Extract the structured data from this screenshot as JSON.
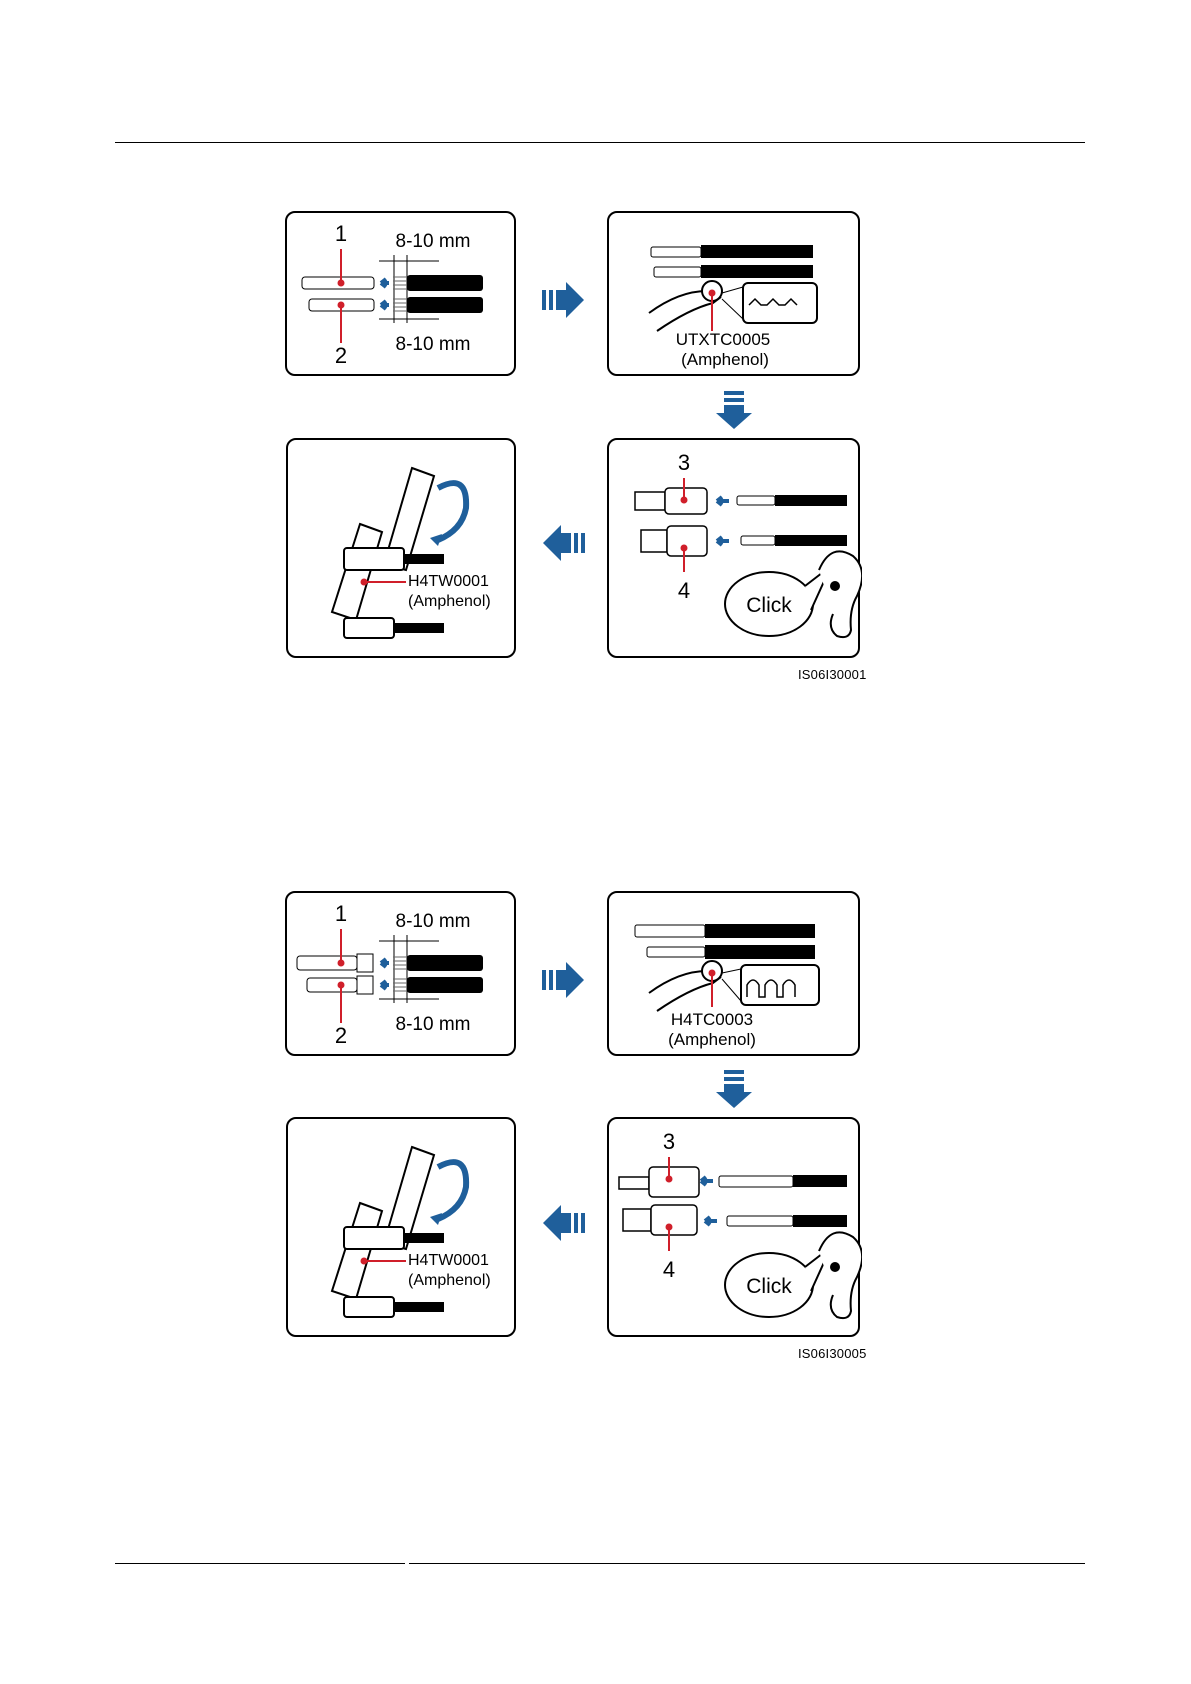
{
  "figures": [
    {
      "panel1": {
        "callout_top": "1",
        "callout_bottom": "2",
        "strip_top": "8-10 mm",
        "strip_bottom": "8-10 mm"
      },
      "panel2": {
        "tool_code": "UTXTC0005",
        "tool_brand": "(Amphenol)"
      },
      "panel3": {
        "callout_top": "3",
        "callout_bottom": "4",
        "sound": "Click"
      },
      "panel4": {
        "tool_code": "H4TW0001",
        "tool_brand": "(Amphenol)"
      },
      "figure_id": "IS06I30001"
    },
    {
      "panel1": {
        "callout_top": "1",
        "callout_bottom": "2",
        "strip_top": "8-10 mm",
        "strip_bottom": "8-10 mm"
      },
      "panel2": {
        "tool_code": "H4TC0003",
        "tool_brand": "(Amphenol)"
      },
      "panel3": {
        "callout_top": "3",
        "callout_bottom": "4",
        "sound": "Click"
      },
      "panel4": {
        "tool_code": "H4TW0001",
        "tool_brand": "(Amphenol)"
      },
      "figure_id": "IS06I30005"
    }
  ],
  "colors": {
    "accent_blue": "#1f5f9b",
    "callout_red": "#d01f2a",
    "line": "#000000"
  }
}
